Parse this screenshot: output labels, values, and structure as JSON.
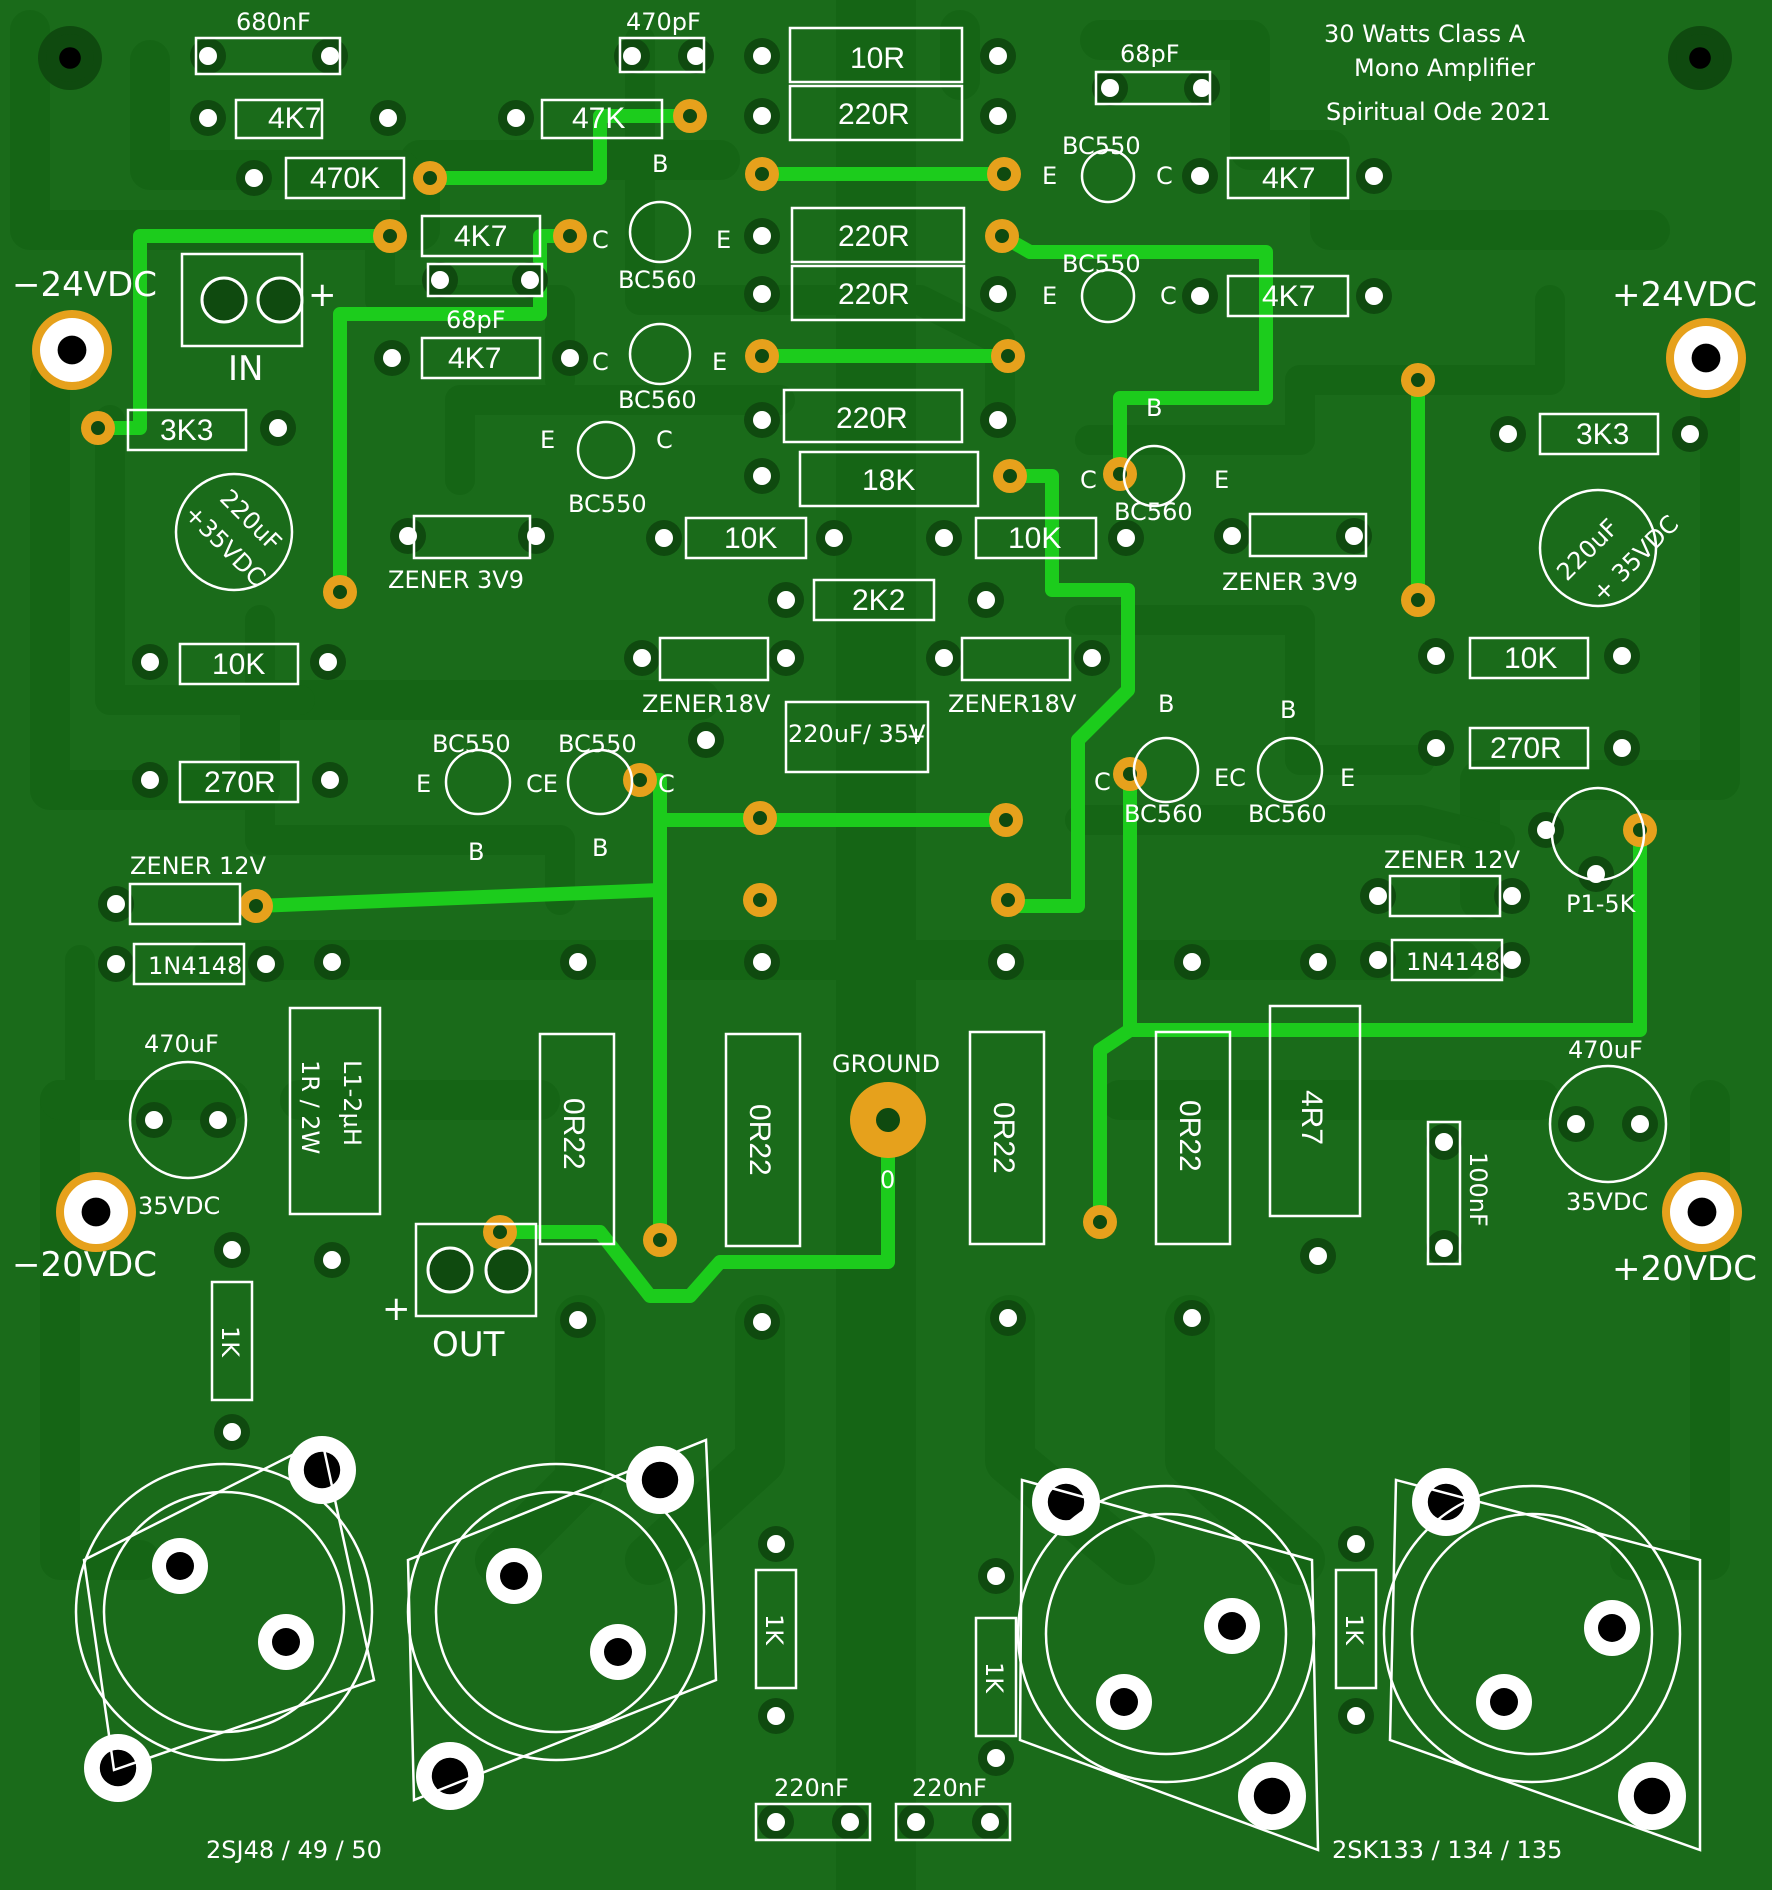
{
  "board": {
    "title_lines": [
      "30 Watts Class A",
      "Mono Amplifier",
      "Spiritual Ode 2021"
    ],
    "colors": {
      "board": "#1a6b1a",
      "copper": "#156515",
      "trace": "#1ccc1c",
      "silk": "#ffffff",
      "gold": "#e6a11c"
    }
  },
  "power": {
    "neg24": "−24VDC",
    "pos24": "+24VDC",
    "neg20": "−20VDC",
    "pos20": "+20VDC"
  },
  "connectors": {
    "in": "IN",
    "out": "OUT",
    "ground": "GROUND",
    "ground_pin": "0",
    "plus": "+"
  },
  "components": {
    "c680n": "680nF",
    "c470p": "470pF",
    "r10r": "10R",
    "c68p_top": "68pF",
    "r4k7_a": "4K7",
    "r47k": "47K",
    "r220r_a": "220R",
    "r470k": "470K",
    "bc550_a": "BC550",
    "r4k7_b": "4K7",
    "r4k7_c": "4K7",
    "bc560_a": "BC560",
    "r220r_b": "220R",
    "r220r_c": "220R",
    "c68p_in": "68pF",
    "bc550_b": "BC550",
    "r4k7_d": "4K7",
    "r4k7_e": "4K7",
    "bc560_b": "BC560",
    "r220r_d": "220R",
    "r3k3_l": "3K3",
    "bc550_c": "BC550",
    "r18k": "18K",
    "bc560_c": "BC560",
    "r3k3_r": "3K3",
    "cap220_l": "220uF",
    "cap220_l_v": "+35VDC",
    "zener3v9_l": "ZENER 3V9",
    "r10k_a": "10K",
    "r10k_b": "10K",
    "zener3v9_r": "ZENER 3V9",
    "cap220_r": "220uF",
    "cap220_r_v": "+ 35VDC",
    "r2k2": "2K2",
    "r10k_l": "10K",
    "zener18_l": "ZENER18V",
    "zener18_r": "ZENER18V",
    "r10k_r": "10K",
    "cap220_mid": "220uF/ 35V",
    "bc550_d": "BC550",
    "bc550_e": "BC550",
    "bc560_d": "BC560",
    "bc560_e": "BC560",
    "r270r_l": "270R",
    "r270r_r": "270R",
    "zener12_l": "ZENER 12V",
    "zener12_r": "ZENER 12V",
    "pot": "P1-5K",
    "d1n4148_l": "1N4148",
    "d1n4148_r": "1N4148",
    "cap470_l": "470uF",
    "cap470_l_v": "35VDC",
    "cap470_r": "470uF",
    "cap470_r_v": "35VDC",
    "l1": "L1-2µH",
    "l1_r": "1R / 2W",
    "or22_a": "0R22",
    "or22_b": "0R22",
    "or22_c": "0R22",
    "or22_d": "0R22",
    "r4r7": "4R7",
    "c100n": "100nF",
    "r1k_a": "1K",
    "r1k_b": "1K",
    "r1k_c": "1K",
    "r1k_d": "1K",
    "c220n_a": "220nF",
    "c220n_b": "220nF",
    "mosfet_l": "2SJ48 / 49 / 50",
    "mosfet_r": "2SK133 / 134 / 135"
  },
  "pins": {
    "E": "E",
    "B": "B",
    "C": "C",
    "CE": "CE",
    "EC": "EC",
    "plus": "+"
  }
}
